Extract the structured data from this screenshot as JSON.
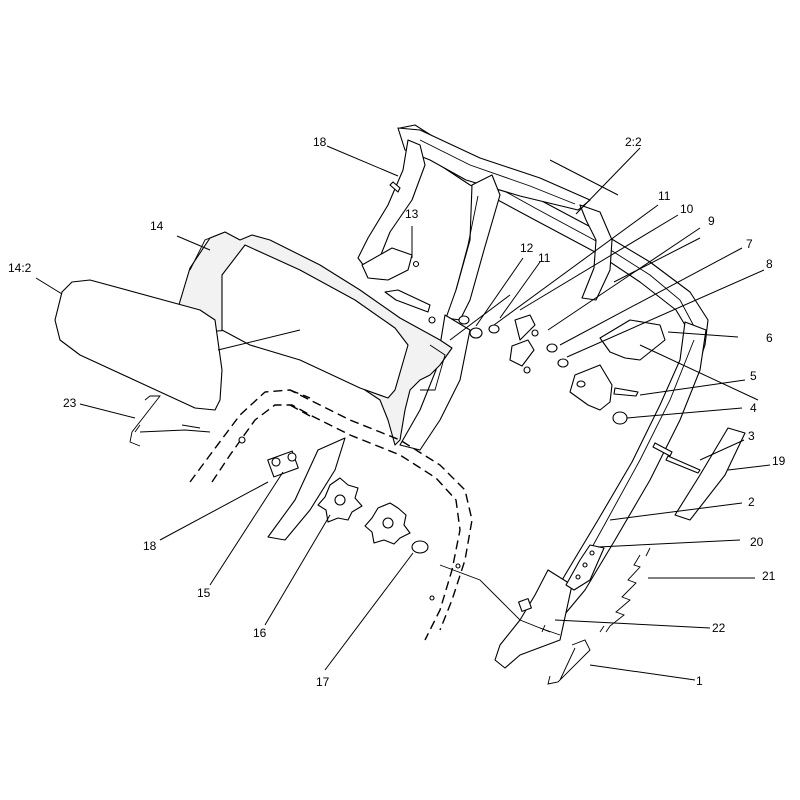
{
  "callouts": [
    {
      "id": "c18a",
      "label": "18"
    },
    {
      "id": "c2-2",
      "label": "2:2"
    },
    {
      "id": "c13",
      "label": "13"
    },
    {
      "id": "c14",
      "label": "14"
    },
    {
      "id": "c14-2",
      "label": "14:2"
    },
    {
      "id": "c11a",
      "label": "11"
    },
    {
      "id": "c10",
      "label": "10"
    },
    {
      "id": "c9",
      "label": "9"
    },
    {
      "id": "c12",
      "label": "12"
    },
    {
      "id": "c11b",
      "label": "11"
    },
    {
      "id": "c7",
      "label": "7"
    },
    {
      "id": "c8",
      "label": "8"
    },
    {
      "id": "c6",
      "label": "6"
    },
    {
      "id": "c5",
      "label": "5"
    },
    {
      "id": "c4",
      "label": "4"
    },
    {
      "id": "c3",
      "label": "3"
    },
    {
      "id": "c19",
      "label": "19"
    },
    {
      "id": "c23",
      "label": "23"
    },
    {
      "id": "c2",
      "label": "2"
    },
    {
      "id": "c20",
      "label": "20"
    },
    {
      "id": "c21",
      "label": "21"
    },
    {
      "id": "c18b",
      "label": "18"
    },
    {
      "id": "c15",
      "label": "15"
    },
    {
      "id": "c16",
      "label": "16"
    },
    {
      "id": "c22",
      "label": "22"
    },
    {
      "id": "c17",
      "label": "17"
    },
    {
      "id": "c1",
      "label": "1"
    }
  ]
}
